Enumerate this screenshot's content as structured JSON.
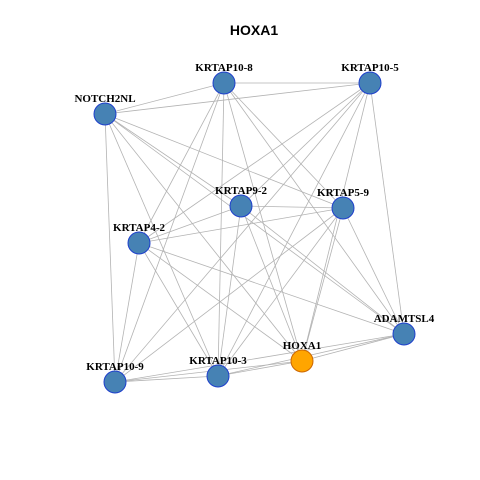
{
  "title": "HOXA1",
  "colors": {
    "node_fill": "#4682B4",
    "node_stroke": "#1E3FCC",
    "focus_fill": "#FFA500",
    "focus_stroke": "#CC6600",
    "edge": "#B3B3B3"
  },
  "nodes": [
    {
      "id": "NOTCH2NL",
      "label": "NOTCH2NL"
    },
    {
      "id": "KRTAP10-8",
      "label": "KRTAP10-8"
    },
    {
      "id": "KRTAP10-5",
      "label": "KRTAP10-5"
    },
    {
      "id": "KRTAP9-2",
      "label": "KRTAP9-2"
    },
    {
      "id": "KRTAP5-9",
      "label": "KRTAP5-9"
    },
    {
      "id": "KRTAP4-2",
      "label": "KRTAP4-2"
    },
    {
      "id": "ADAMTSL4",
      "label": "ADAMTSL4"
    },
    {
      "id": "HOXA1",
      "label": "HOXA1",
      "focus": true
    },
    {
      "id": "KRTAP10-3",
      "label": "KRTAP10-3"
    },
    {
      "id": "KRTAP10-9",
      "label": "KRTAP10-9"
    }
  ],
  "edges": [
    [
      "NOTCH2NL",
      "KRTAP10-8"
    ],
    [
      "NOTCH2NL",
      "KRTAP10-5"
    ],
    [
      "NOTCH2NL",
      "KRTAP9-2"
    ],
    [
      "NOTCH2NL",
      "KRTAP5-9"
    ],
    [
      "NOTCH2NL",
      "ADAMTSL4"
    ],
    [
      "NOTCH2NL",
      "HOXA1"
    ],
    [
      "NOTCH2NL",
      "KRTAP10-3"
    ],
    [
      "NOTCH2NL",
      "KRTAP10-9"
    ],
    [
      "KRTAP10-8",
      "KRTAP10-5"
    ],
    [
      "KRTAP10-8",
      "KRTAP4-2"
    ],
    [
      "KRTAP10-8",
      "KRTAP5-9"
    ],
    [
      "KRTAP10-8",
      "ADAMTSL4"
    ],
    [
      "KRTAP10-8",
      "HOXA1"
    ],
    [
      "KRTAP10-8",
      "KRTAP10-3"
    ],
    [
      "KRTAP10-8",
      "KRTAP10-9"
    ],
    [
      "KRTAP10-5",
      "KRTAP9-2"
    ],
    [
      "KRTAP10-5",
      "KRTAP4-2"
    ],
    [
      "KRTAP10-5",
      "ADAMTSL4"
    ],
    [
      "KRTAP10-5",
      "HOXA1"
    ],
    [
      "KRTAP10-5",
      "KRTAP10-3"
    ],
    [
      "KRTAP10-5",
      "KRTAP10-9"
    ],
    [
      "KRTAP9-2",
      "KRTAP5-9"
    ],
    [
      "KRTAP9-2",
      "KRTAP4-2"
    ],
    [
      "KRTAP9-2",
      "ADAMTSL4"
    ],
    [
      "KRTAP9-2",
      "HOXA1"
    ],
    [
      "KRTAP9-2",
      "KRTAP10-3"
    ],
    [
      "KRTAP5-9",
      "KRTAP4-2"
    ],
    [
      "KRTAP5-9",
      "ADAMTSL4"
    ],
    [
      "KRTAP5-9",
      "HOXA1"
    ],
    [
      "KRTAP5-9",
      "KRTAP10-3"
    ],
    [
      "KRTAP5-9",
      "KRTAP10-9"
    ],
    [
      "KRTAP4-2",
      "ADAMTSL4"
    ],
    [
      "KRTAP4-2",
      "HOXA1"
    ],
    [
      "KRTAP4-2",
      "KRTAP10-3"
    ],
    [
      "KRTAP4-2",
      "KRTAP10-9"
    ],
    [
      "ADAMTSL4",
      "HOXA1"
    ],
    [
      "ADAMTSL4",
      "KRTAP10-3"
    ],
    [
      "ADAMTSL4",
      "KRTAP10-9"
    ],
    [
      "HOXA1",
      "KRTAP10-3"
    ],
    [
      "HOXA1",
      "KRTAP10-9"
    ],
    [
      "KRTAP10-3",
      "KRTAP10-9"
    ]
  ]
}
